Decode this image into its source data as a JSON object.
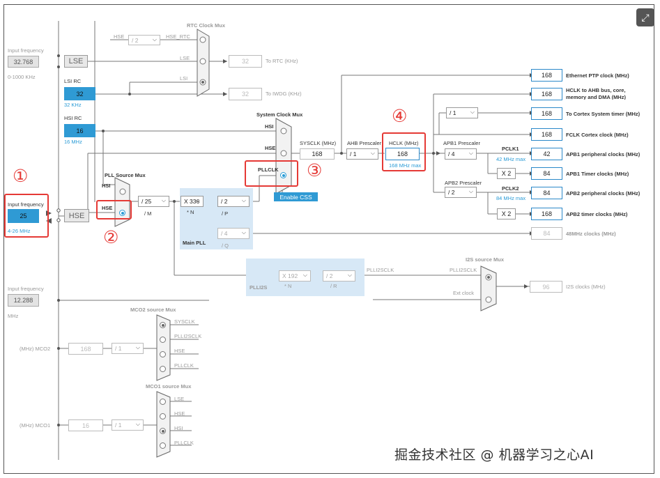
{
  "corner": {
    "expand_icon": "expand-icon"
  },
  "lse": {
    "input_label": "Input frequency",
    "value": "32.768",
    "range": "0-1000 KHz",
    "name": "LSE"
  },
  "lsi": {
    "name": "LSI RC",
    "value": "32",
    "freq": "32 KHz"
  },
  "hsi": {
    "name": "HSI RC",
    "value": "16",
    "freq": "16 MHz"
  },
  "hse": {
    "input_label": "Input frequency",
    "value": "25",
    "range": "4-26 MHz",
    "name": "HSE"
  },
  "ext": {
    "input_label": "Input frequency",
    "value": "12.288",
    "unit": "MHz"
  },
  "rtc": {
    "title": "RTC Clock Mux",
    "hse_label": "HSE",
    "div": "/ 2",
    "hse_rtc": "HSE_RTC",
    "lse": "LSE",
    "lsi": "LSI",
    "rtc_value": "32",
    "rtc_label": "To RTC (KHz)",
    "iwdg_value": "32",
    "iwdg_label": "To IWDG (KHz)"
  },
  "pll_src": {
    "title": "PLL Source Mux",
    "hsi": "HSI",
    "hse": "HSE"
  },
  "main_pll": {
    "m": "/ 25",
    "m_label": "/ M",
    "n": "X 336",
    "n_label": "* N",
    "p": "/ 2",
    "p_label": "/ P",
    "q": "/ 4",
    "q_label": "/ Q",
    "title": "Main PLL"
  },
  "sys_mux": {
    "title": "System Clock Mux",
    "hsi": "HSI",
    "hse": "HSE",
    "pllclk": "PLLCLK",
    "css": "Enable CSS"
  },
  "sysclk": {
    "label": "SYSCLK (MHz)",
    "value": "168"
  },
  "ahb": {
    "label": "AHB Prescaler",
    "value": "/ 1"
  },
  "hclk": {
    "label": "HCLK (MHz)",
    "value": "168",
    "max": "168 MHz max"
  },
  "apb1": {
    "label": "APB1 Prescaler",
    "value": "/ 4",
    "pclk": "PCLK1",
    "max": "42 MHz max",
    "x2": "X 2"
  },
  "apb2": {
    "label": "APB2 Prescaler",
    "value": "/ 2",
    "pclk": "PCLK2",
    "max": "84 MHz max",
    "x2": "X 2"
  },
  "cortex_div": "/ 1",
  "outputs": [
    {
      "value": "168",
      "label": "Ethernet PTP clock (MHz)"
    },
    {
      "value": "168",
      "label": "HCLK to AHB bus, core, memory and DMA (MHz)"
    },
    {
      "value": "168",
      "label": "To Cortex System timer (MHz)"
    },
    {
      "value": "168",
      "label": "FCLK Cortex clock (MHz)"
    },
    {
      "value": "42",
      "label": "APB1 peripheral clocks (MHz)"
    },
    {
      "value": "84",
      "label": "APB1 Timer clocks (MHz)"
    },
    {
      "value": "84",
      "label": "APB2 peripheral clocks (MHz)"
    },
    {
      "value": "168",
      "label": "APB2 timer clocks (MHz)"
    },
    {
      "value": "84",
      "label": "48MHz clocks (MHz)"
    }
  ],
  "plli2s": {
    "n": "X 192",
    "n_label": "* N",
    "r": "/ 2",
    "r_label": "/ R",
    "title": "PLLI2S",
    "out": "PLLI2SCLK"
  },
  "i2s": {
    "title": "I2S source Mux",
    "plli2sclk": "PLLI2SCLK",
    "ext": "Ext clock",
    "value": "96",
    "label": "I2S clocks (MHz)"
  },
  "mco2": {
    "title": "MCO2 source Mux",
    "opts": [
      "SYSCLK",
      "PLLI2SCLK",
      "HSE",
      "PLLCLK"
    ],
    "label": "(MHz) MCO2",
    "value": "168",
    "div": "/ 1"
  },
  "mco1": {
    "title": "MCO1 source Mux",
    "opts": [
      "LSE",
      "HSE",
      "HSI",
      "PLLCLK"
    ],
    "label": "(MHz) MCO1",
    "value": "16",
    "div": "/ 1"
  },
  "callouts": [
    "①",
    "②",
    "③",
    "④"
  ],
  "watermark": "掘金技术社区 @ 机器学习之心AI"
}
